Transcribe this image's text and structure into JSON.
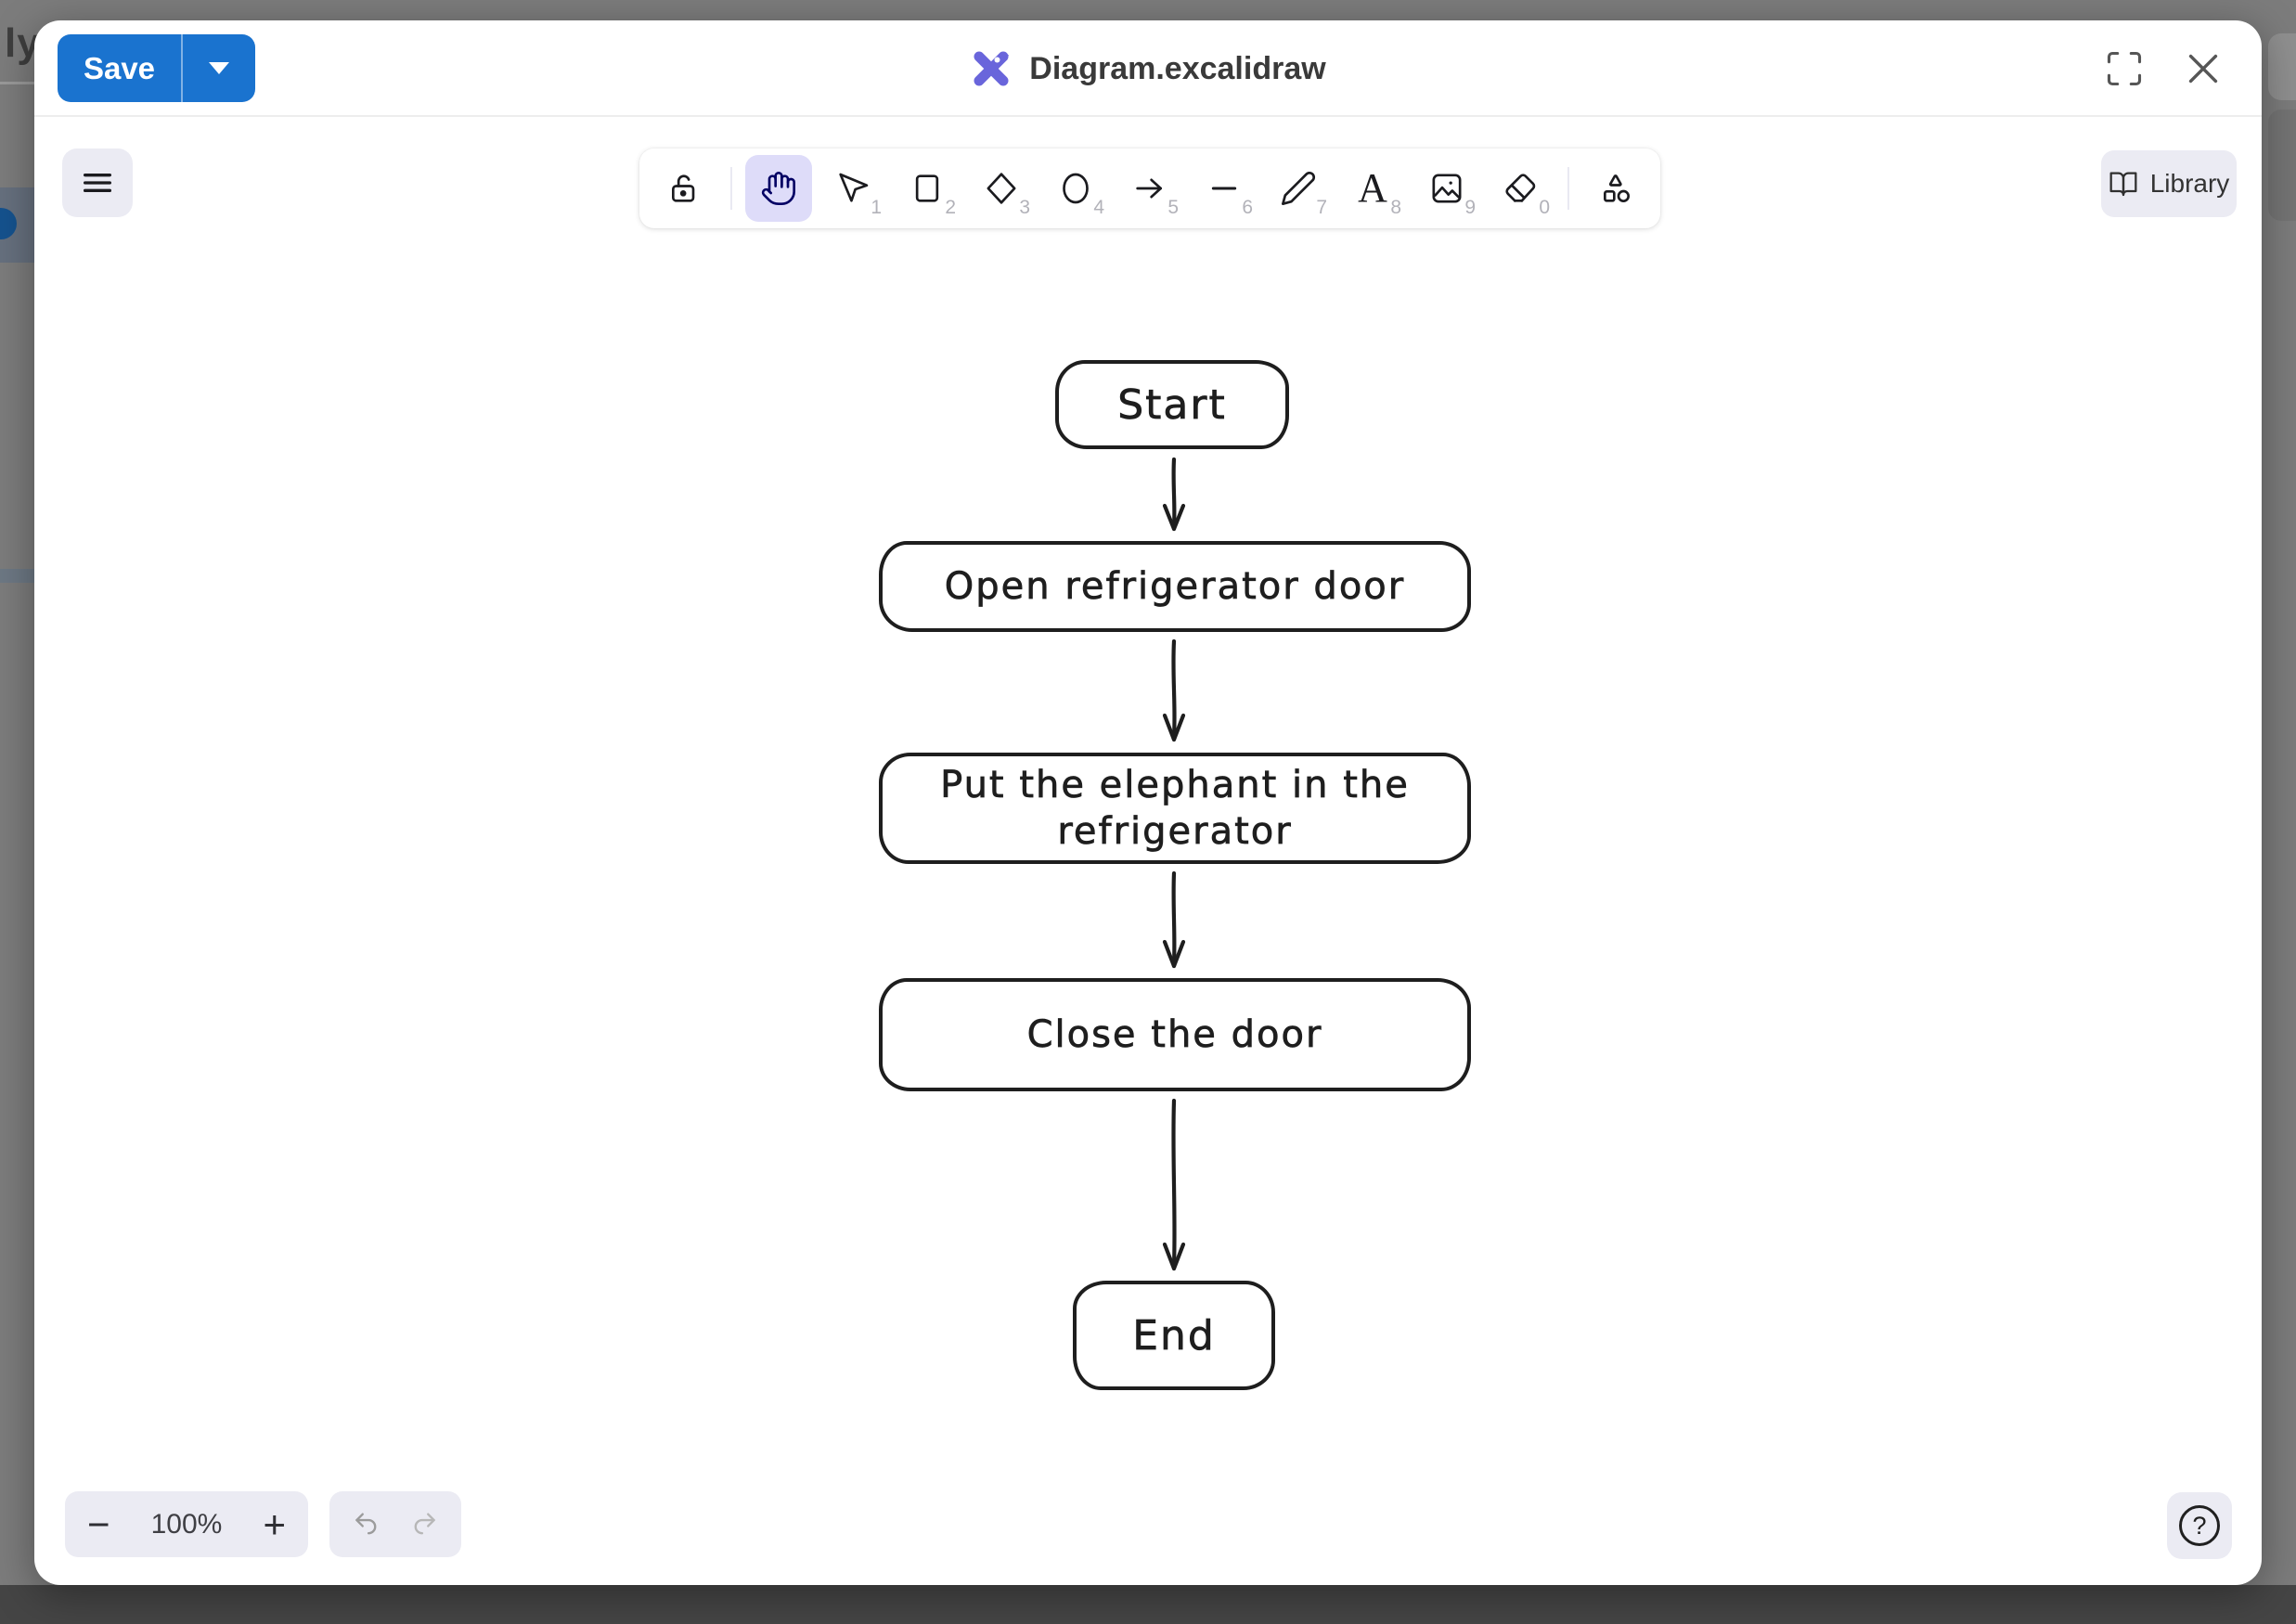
{
  "backdrop": {
    "partial_text": "ly F"
  },
  "header": {
    "save_label": "Save",
    "title": "Diagram.excalidraw"
  },
  "toolbar": {
    "library_label": "Library",
    "tools": [
      {
        "name": "lock",
        "shortcut": ""
      },
      {
        "name": "hand",
        "shortcut": "",
        "state": "selected"
      },
      {
        "name": "selection",
        "shortcut": "1"
      },
      {
        "name": "rectangle",
        "shortcut": "2"
      },
      {
        "name": "diamond",
        "shortcut": "3"
      },
      {
        "name": "ellipse",
        "shortcut": "4"
      },
      {
        "name": "arrow",
        "shortcut": "5"
      },
      {
        "name": "line",
        "shortcut": "6"
      },
      {
        "name": "draw",
        "shortcut": "7"
      },
      {
        "name": "text",
        "shortcut": "8",
        "glyph": "A"
      },
      {
        "name": "image",
        "shortcut": "9"
      },
      {
        "name": "eraser",
        "shortcut": "0"
      },
      {
        "name": "shapes",
        "shortcut": ""
      }
    ]
  },
  "footer": {
    "zoom_out_label": "−",
    "zoom_level": "100%",
    "zoom_in_label": "+",
    "help_glyph": "?"
  },
  "diagram": {
    "type": "flowchart",
    "nodes": [
      {
        "id": "start",
        "label": "Start"
      },
      {
        "id": "open",
        "label": "Open refrigerator door"
      },
      {
        "id": "put",
        "label": "Put the elephant in the refrigerator"
      },
      {
        "id": "close",
        "label": "Close the door"
      },
      {
        "id": "end",
        "label": "End"
      }
    ],
    "edges": [
      {
        "from": "start",
        "to": "open"
      },
      {
        "from": "open",
        "to": "put"
      },
      {
        "from": "put",
        "to": "close"
      },
      {
        "from": "close",
        "to": "end"
      }
    ]
  },
  "colors": {
    "save_blue": "#1a73cf",
    "excalidraw_purple": "#6965db",
    "selected_tool_bg": "#dedcf9",
    "selected_tool_icon": "#030064",
    "island_button_bg": "#ebebf3",
    "stroke_dark": "#1e1e1e"
  }
}
